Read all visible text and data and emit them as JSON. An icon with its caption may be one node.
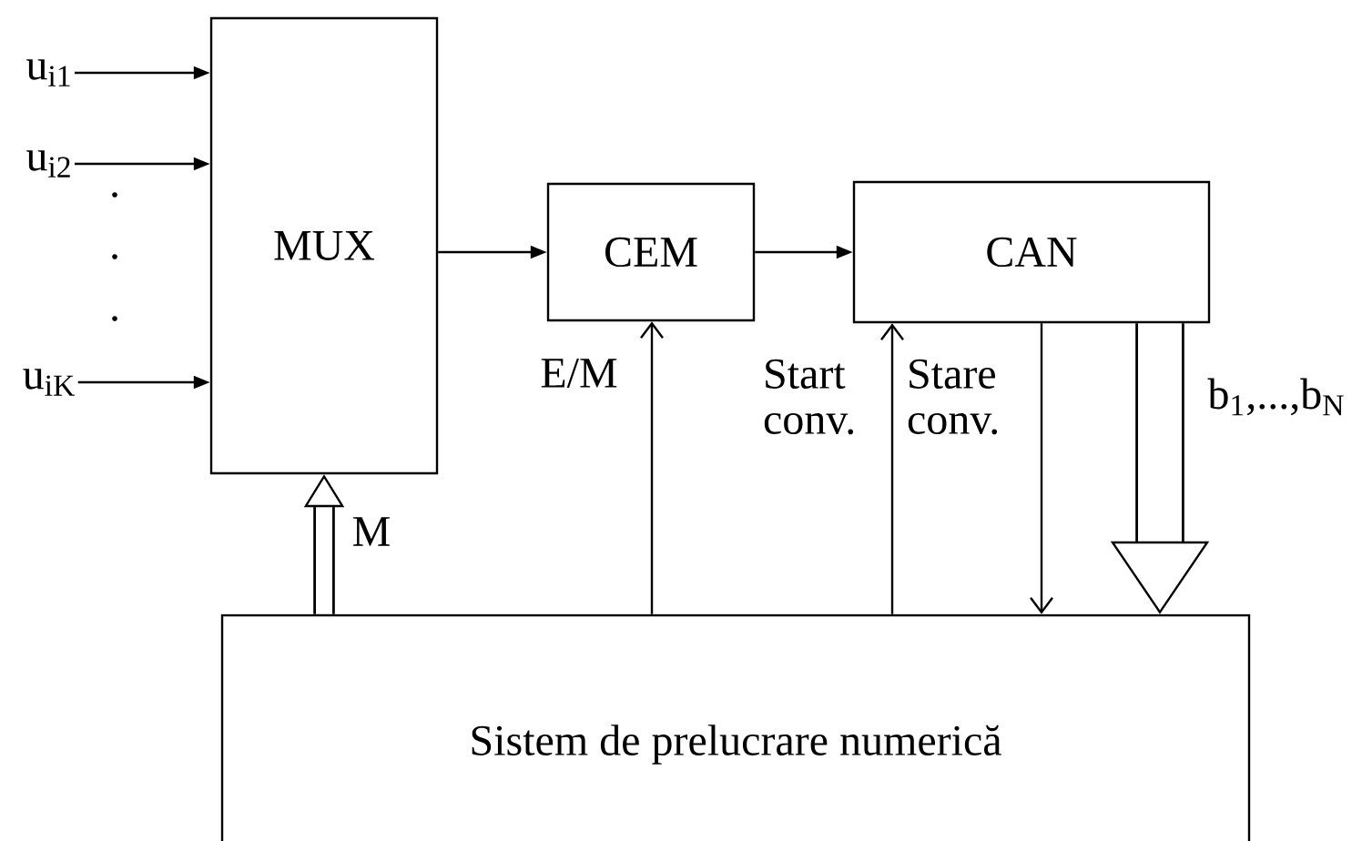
{
  "diagram": {
    "nodes": [
      {
        "text": [
          "MUX"
        ]
      },
      {
        "text": [
          "CEM"
        ]
      },
      {
        "text": [
          "CAN"
        ]
      },
      {
        "text": [
          "Sistem de prelucrare numerică"
        ]
      },
      {
        "text": [
          "u$_{i1}$"
        ]
      },
      {
        "text": [
          "u$_{i2}$"
        ]
      },
      {
        "text": [
          "u$_{iK}$"
        ]
      }
    ],
    "edges": [
      {
        "from": 4,
        "to": 0,
        "arrow": "to"
      },
      {
        "from": 5,
        "to": 0,
        "arrow": "to"
      },
      {
        "from": 6,
        "to": 0,
        "arrow": "to"
      },
      {
        "from": 0,
        "to": 1,
        "arrow": "to"
      },
      {
        "from": 1,
        "to": 2,
        "arrow": "to"
      },
      {
        "from": 3,
        "to": 0,
        "arrow": "to",
        "label": "M",
        "style": "thick"
      },
      {
        "from": 3,
        "to": 1,
        "arrow": "to",
        "label": "E/M"
      },
      {
        "from": 3,
        "to": 2,
        "arrow": "to",
        "label": "Start conv."
      },
      {
        "from": 2,
        "to": 3,
        "arrow": "to",
        "label": "Stare conv."
      },
      {
        "from": 2,
        "to": 3,
        "arrow": "to",
        "label": "b$_{1}$,...,b$_{N}$",
        "style": "thick"
      }
    ],
    "labels": [
      ".",
      ".",
      "."
    ]
  }
}
